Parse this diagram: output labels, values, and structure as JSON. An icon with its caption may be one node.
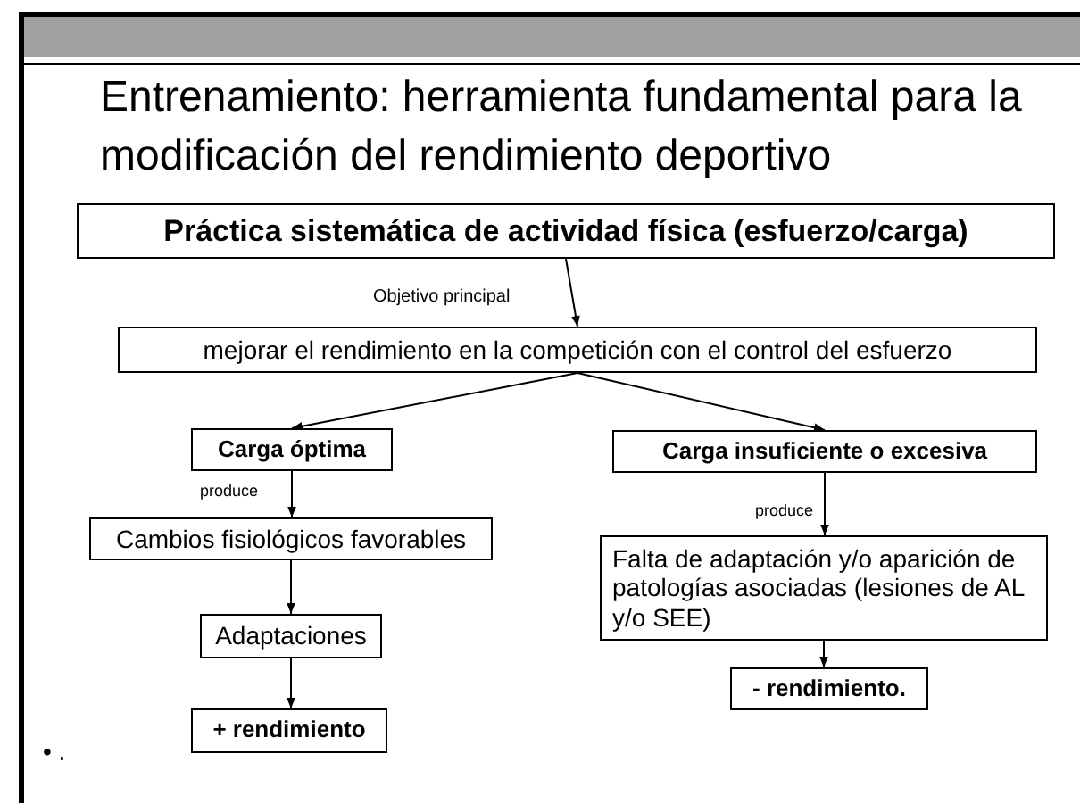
{
  "diagram": {
    "title": "Entrenamiento: herramienta fundamental para la modificación del rendimiento deportivo",
    "nodes": [
      {
        "text": [
          "Práctica sistemática de actividad física (esfuerzo/carga)"
        ]
      },
      {
        "text": [
          "mejorar el rendimiento en la competición con el control del esfuerzo"
        ]
      },
      {
        "text": [
          "Carga óptima"
        ]
      },
      {
        "text": [
          "Carga insuficiente o excesiva"
        ]
      },
      {
        "text": [
          "Cambios fisiológicos favorables"
        ]
      },
      {
        "text": [
          "Adaptaciones"
        ]
      },
      {
        "text": [
          "+ rendimiento"
        ]
      },
      {
        "text": [
          "Falta de adaptación y/o aparición de patologías asociadas (lesiones de AL y/o SEE)"
        ]
      },
      {
        "text": [
          "**- rendimiento**."
        ]
      }
    ],
    "edges": [
      {
        "from": 0,
        "to": 1,
        "arrow": "to",
        "label": "Objetivo principal"
      },
      {
        "from": 1,
        "to": 2,
        "arrow": "to"
      },
      {
        "from": 1,
        "to": 3,
        "arrow": "to"
      },
      {
        "from": 2,
        "to": 4,
        "arrow": "to",
        "label": "produce"
      },
      {
        "from": 4,
        "to": 5,
        "arrow": "to"
      },
      {
        "from": 5,
        "to": 6,
        "arrow": "to"
      },
      {
        "from": 3,
        "to": 7,
        "arrow": "to",
        "label": "produce"
      },
      {
        "from": 7,
        "to": 8,
        "arrow": "to"
      }
    ],
    "labels": [
      "• ."
    ]
  }
}
